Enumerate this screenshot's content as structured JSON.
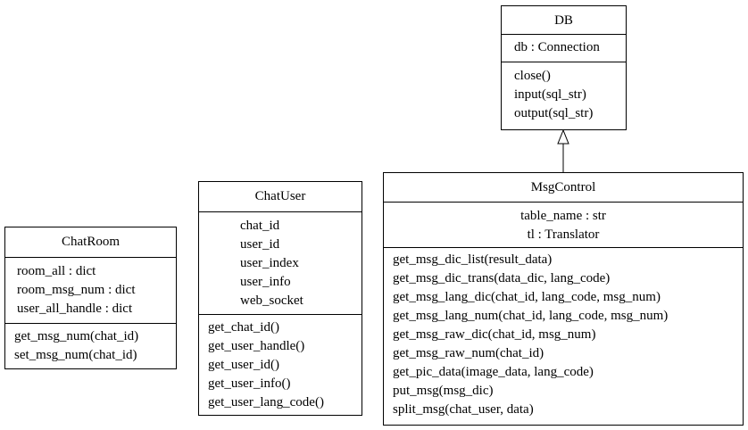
{
  "classes": {
    "db": {
      "name": "DB",
      "attributes": [
        "db : Connection"
      ],
      "methods": [
        "close()",
        "input(sql_str)",
        "output(sql_str)"
      ]
    },
    "msgcontrol": {
      "name": "MsgControl",
      "attributes": [
        "table_name : str",
        "tl : Translator"
      ],
      "methods": [
        "get_msg_dic_list(result_data)",
        "get_msg_dic_trans(data_dic, lang_code)",
        "get_msg_lang_dic(chat_id, lang_code, msg_num)",
        "get_msg_lang_num(chat_id, lang_code, msg_num)",
        "get_msg_raw_dic(chat_id, msg_num)",
        "get_msg_raw_num(chat_id)",
        "get_pic_data(image_data, lang_code)",
        "put_msg(msg_dic)",
        "split_msg(chat_user, data)"
      ]
    },
    "chatuser": {
      "name": "ChatUser",
      "attributes": [
        "chat_id",
        "user_id",
        "user_index",
        "user_info",
        "web_socket"
      ],
      "methods": [
        "get_chat_id()",
        "get_user_handle()",
        "get_user_id()",
        "get_user_info()",
        "get_user_lang_code()"
      ]
    },
    "chatroom": {
      "name": "ChatRoom",
      "attributes": [
        "room_all : dict",
        "room_msg_num : dict",
        "user_all_handle : dict"
      ],
      "methods": [
        "get_msg_num(chat_id)",
        "set_msg_num(chat_id)"
      ]
    }
  },
  "relations": [
    {
      "from": "MsgControl",
      "to": "DB",
      "type": "inheritance"
    }
  ]
}
